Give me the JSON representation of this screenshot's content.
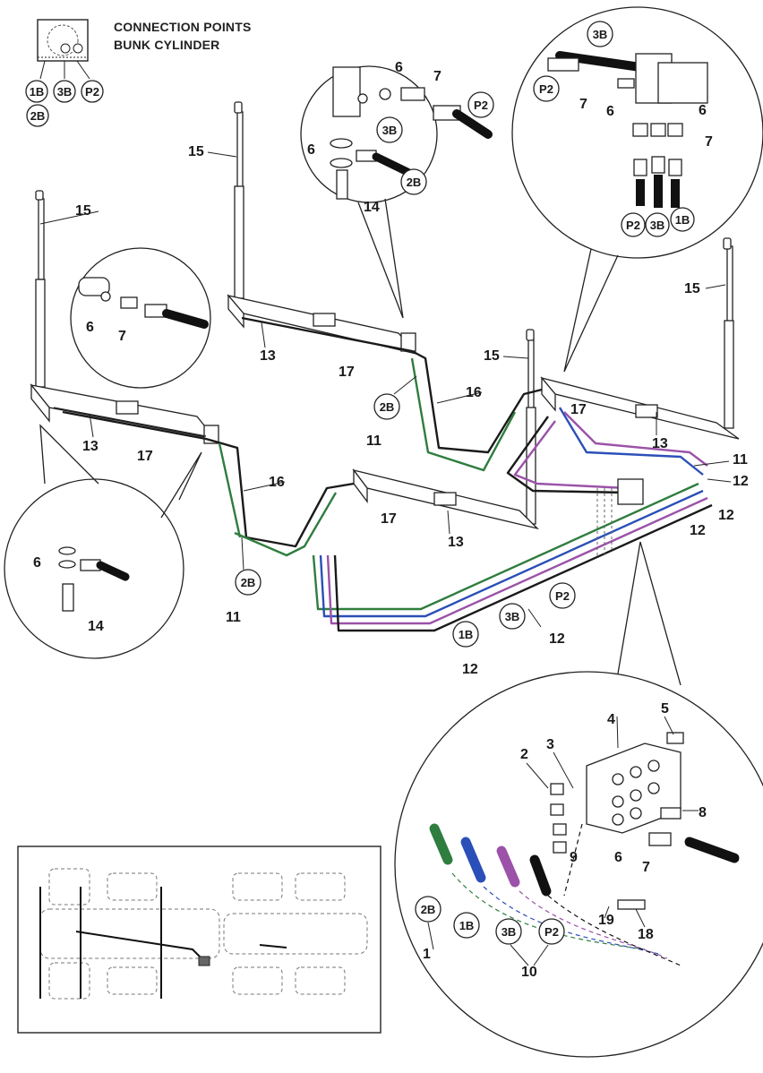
{
  "header": {
    "line1": "CONNECTION POINTS",
    "line2": "BUNK CYLINDER"
  },
  "colors": {
    "green": "#2f7d3f",
    "blue": "#2b4fb8",
    "purple": "#9b52a8",
    "black": "#1a1a1a"
  },
  "callouts": {
    "c1": "1",
    "c2": "2",
    "c3": "3",
    "c4": "4",
    "c5": "5",
    "c6": "6",
    "c7": "7",
    "c8": "8",
    "c9": "9",
    "c10": "10",
    "c11": "11",
    "c12": "12",
    "c13": "13",
    "c14": "14",
    "c15": "15",
    "c16": "16",
    "c17": "17",
    "c18": "18",
    "c19": "19"
  },
  "bubbles": {
    "b1B": "1B",
    "b2B": "2B",
    "b3B": "3B",
    "bP2": "P2"
  }
}
